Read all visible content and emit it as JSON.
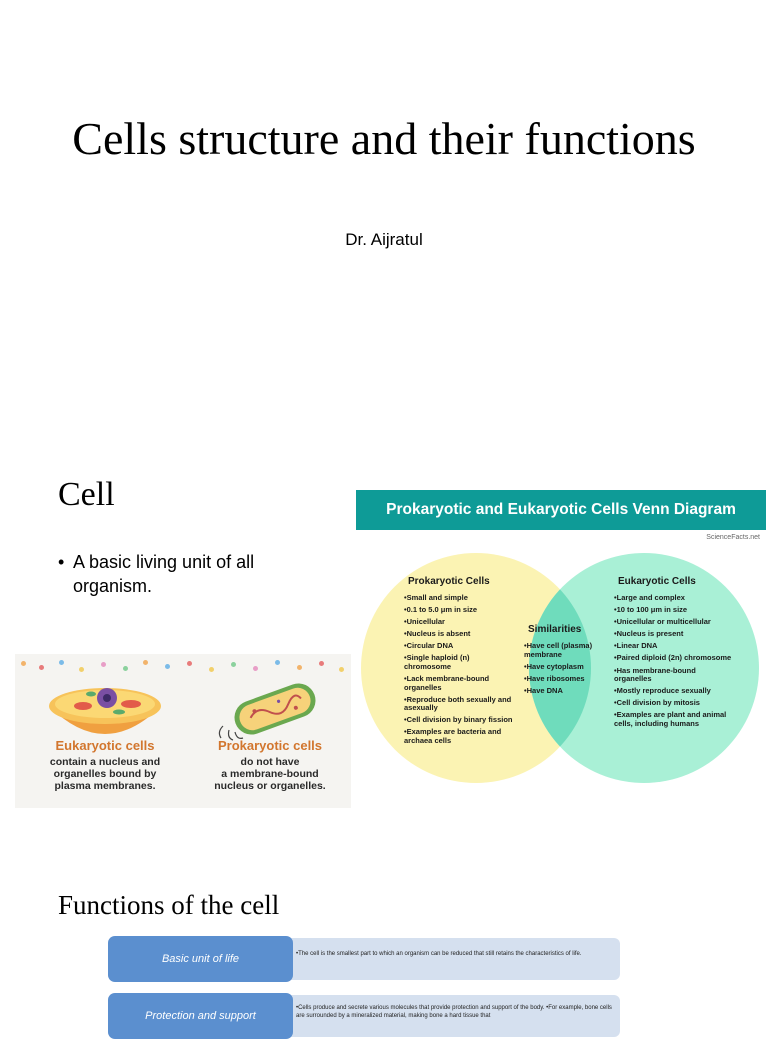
{
  "slide1": {
    "title": "Cells structure and their functions",
    "subtitle": "Dr. Aijratul"
  },
  "slide2": {
    "heading": "Cell",
    "bullets": [
      "A basic living unit of all organism."
    ],
    "cell_image": {
      "eukaryotic": {
        "title": "Eukaryotic cells",
        "desc": [
          "contain a nucleus and",
          "organelles bound by",
          "plasma membranes."
        ]
      },
      "prokaryotic": {
        "title": "Prokaryotic cells",
        "desc": [
          "do not have",
          "a membrane-bound",
          "nucleus or organelles."
        ]
      }
    },
    "venn": {
      "banner": "Prokaryotic and Eukaryotic  Cells Venn Diagram",
      "logo": "ScienceFacts.net",
      "prokaryotic_title": "Prokaryotic Cells",
      "prokaryotic_items": [
        "•Small and simple",
        "•0.1 to 5.0 μm in size",
        "•Unicellular",
        "•Nucleus is absent",
        "•Circular DNA",
        "•Single haploid (n) chromosome",
        "•Lack membrane-bound organelles",
        "•Reproduce both sexually and asexually",
        "•Cell division by binary fission",
        "•Examples are bacteria and archaea cells"
      ],
      "similarities_title": "Similarities",
      "similarities_items": [
        "•Have cell (plasma) membrane",
        "•Have cytoplasm",
        "•Have ribosomes",
        "•Have DNA"
      ],
      "eukaryotic_title": "Eukaryotic Cells",
      "eukaryotic_items": [
        "•Large and complex",
        "•10 to 100 μm in size",
        "•Unicellular or multicellular",
        "•Nucleus is present",
        "•Linear DNA",
        "•Paired diploid (2n) chromosome",
        "•Has membrane-bound organelles",
        "•Mostly reproduce sexually",
        "•Cell division by mitosis",
        "•Examples are plant and animal cells, including humans"
      ],
      "colors": {
        "banner": "#0e9b97",
        "prokaryotic_circle": "#fbf3b3",
        "eukaryotic_circle": "#a9f0d6",
        "overlap": "#6fdcbc"
      }
    }
  },
  "slide3": {
    "heading": "Functions of the cell",
    "functions": [
      {
        "label": "Basic unit of life",
        "desc": "•The cell is the smallest part to which an organism can be reduced that still retains the characteristics of life."
      },
      {
        "label": "Protection and support",
        "desc": "•Cells produce and secrete various molecules that provide protection and support of the body. •For example, bone cells are surrounded by a mineralized material, making bone a hard tissue that"
      }
    ]
  }
}
